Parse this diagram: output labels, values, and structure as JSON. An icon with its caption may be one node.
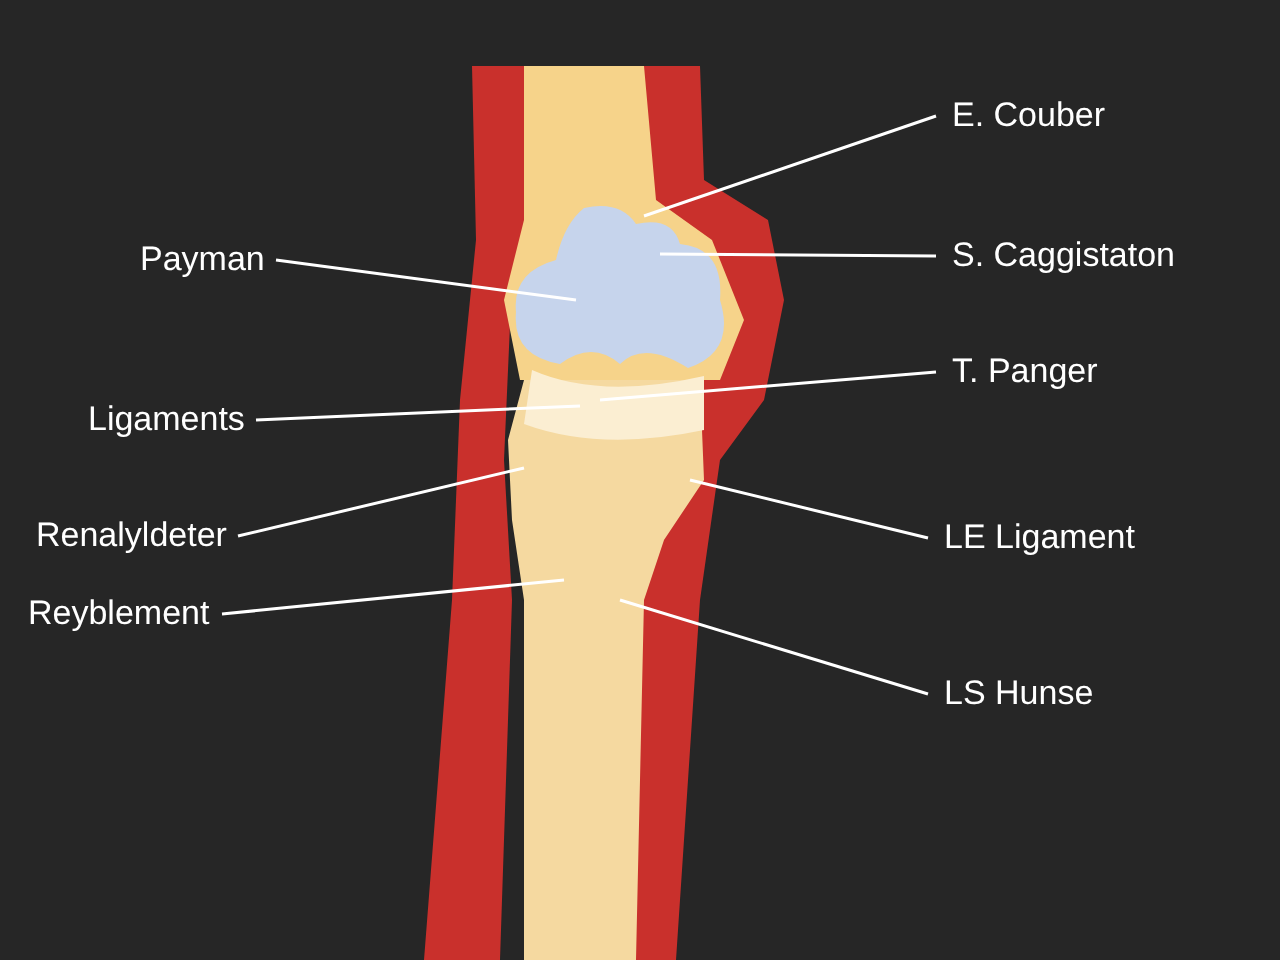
{
  "diagram": {
    "nodes": [
      {
        "text": [
          "E. Couber"
        ]
      },
      {
        "text": [
          "S. Caggistaton"
        ]
      },
      {
        "text": [
          "Payman"
        ]
      },
      {
        "text": [
          "T. Panger"
        ]
      },
      {
        "text": [
          "Ligaments"
        ]
      },
      {
        "text": [
          "Renalyldeter"
        ]
      },
      {
        "text": [
          "LE Ligament"
        ]
      },
      {
        "text": [
          "Reyblement"
        ]
      },
      {
        "text": [
          "LS Hunse"
        ]
      }
    ],
    "edges": [
      {
        "from": 0,
        "to": null,
        "arrow": "none"
      },
      {
        "from": 1,
        "to": null,
        "arrow": "none"
      },
      {
        "from": 2,
        "to": null,
        "arrow": "none"
      },
      {
        "from": 3,
        "to": null,
        "arrow": "none"
      },
      {
        "from": 4,
        "to": null,
        "arrow": "none"
      },
      {
        "from": 5,
        "to": null,
        "arrow": "none"
      },
      {
        "from": 6,
        "to": null,
        "arrow": "none"
      },
      {
        "from": 7,
        "to": null,
        "arrow": "none"
      },
      {
        "from": 8,
        "to": null,
        "arrow": "none"
      }
    ]
  }
}
